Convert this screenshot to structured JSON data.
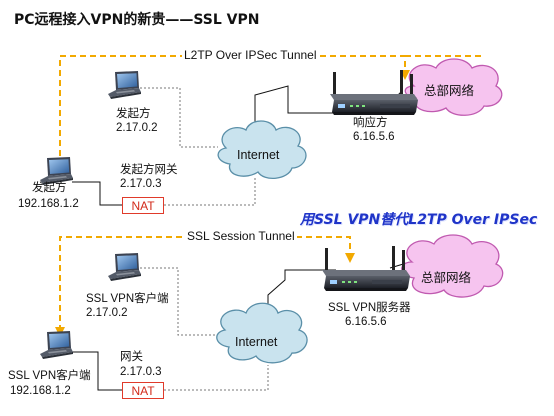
{
  "title": "PC远程接入VPN的新贵——SSL VPN",
  "banner": "用SSL VPN替代L2TP Over IPSec",
  "colors": {
    "tunnel": "#f2a900",
    "link": "#111111",
    "dotted": "#777777",
    "cloud_fill": "#c9e3ee",
    "cloud_stroke": "#5a8fa8",
    "hq_fill": "#f6c4ef",
    "hq_stroke": "#c05ab0",
    "nat_border": "#e03a2a",
    "banner": "#1f34c8"
  },
  "icons": [
    "laptop-icon",
    "router-icon",
    "internet-cloud-icon",
    "hq-network-cloud-icon"
  ],
  "top": {
    "tunnel_label": "L2TP Over IPSec Tunnel",
    "internet_label": "Internet",
    "hq_label": "总部网络",
    "nat_label": "NAT",
    "initiator_remote": {
      "name": "发起方",
      "ip": "2.17.0.2"
    },
    "responder": {
      "name": "响应方",
      "ip": "6.16.5.6"
    },
    "initiator_gateway": {
      "name": "发起方网关",
      "ip": "2.17.0.3"
    },
    "initiator_local": {
      "name": "发起方",
      "ip": "192.168.1.2"
    }
  },
  "bottom": {
    "tunnel_label": "SSL Session Tunnel",
    "internet_label": "Internet",
    "hq_label": "总部网络",
    "nat_label": "NAT",
    "client_remote": {
      "name": "SSL VPN客户端",
      "ip": "2.17.0.2"
    },
    "server": {
      "name": "SSL VPN服务器",
      "ip": "6.16.5.6"
    },
    "gateway": {
      "name": "网关",
      "ip": "2.17.0.3"
    },
    "client_local": {
      "name": "SSL VPN客户端",
      "ip": "192.168.1.2"
    }
  }
}
